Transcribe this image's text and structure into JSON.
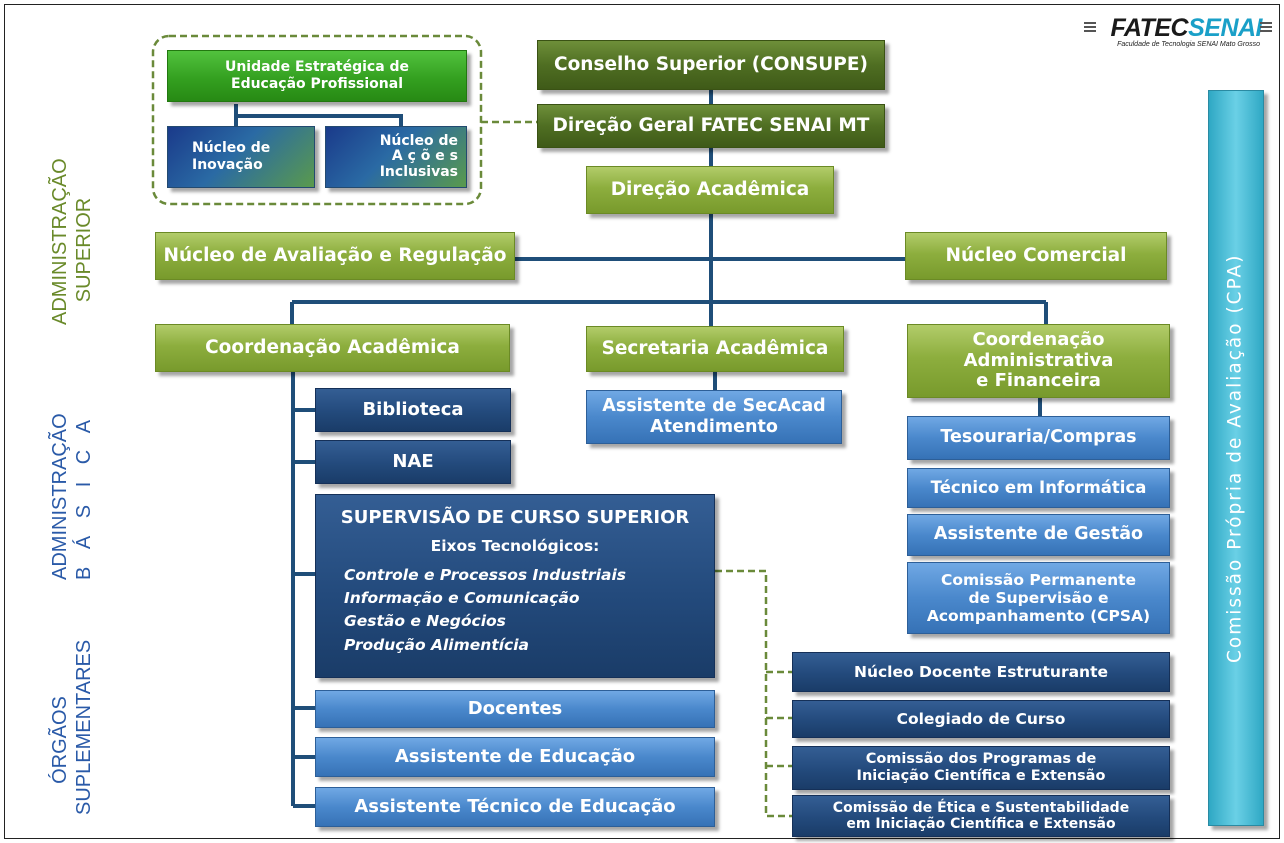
{
  "logo": {
    "fatec": "FATEC",
    "senai": "SENAI",
    "subtitle": "Faculdade de Tecnologia SENAI Mato Grosso"
  },
  "side_labels": {
    "admin_superior": [
      "ADMINISTRAÇÃO",
      "SUPERIOR"
    ],
    "admin_basica": [
      "ADMINISTRAÇÃO",
      "B Á S I C A"
    ],
    "orgaos": [
      "ÓRGÃOS",
      "SUPLEMENTARES"
    ]
  },
  "boxes": {
    "unidade_estrategica": [
      "Unidade Estratégica de",
      "Educação Profissional"
    ],
    "nucleo_inovacao": [
      "Núcleo de",
      "Inovação"
    ],
    "nucleo_acoes": [
      "Núcleo de",
      "A ç õ e s",
      "Inclusivas"
    ],
    "consupe": "Conselho Superior (CONSUPE)",
    "direcao_geral": "Direção Geral FATEC SENAI MT",
    "direcao_academica": "Direção Acadêmica",
    "nucleo_avaliacao": "Núcleo de Avaliação e Regulação",
    "nucleo_comercial": "Núcleo Comercial",
    "coord_academica": "Coordenação Acadêmica",
    "secretaria": "Secretaria Acadêmica",
    "coord_adm": [
      "Coordenação",
      "Administrativa",
      "e Financeira"
    ],
    "biblioteca": "Biblioteca",
    "nae": "NAE",
    "assistente_secacad": [
      "Assistente de SecAcad",
      "Atendimento"
    ],
    "supervisao_title": "SUPERVISÃO DE CURSO SUPERIOR",
    "eixos_title": "Eixos Tecnológicos:",
    "eixos": [
      "Controle e Processos Industriais",
      "Informação e Comunicação",
      "Gestão e Negócios",
      "Produção Alimentícia"
    ],
    "docentes": "Docentes",
    "assistente_educacao": "Assistente de Educação",
    "assistente_tecnico": "Assistente Técnico de Educação",
    "tesouraria": "Tesouraria/Compras",
    "tecnico_informatica": "Técnico em Informática",
    "assistente_gestao": "Assistente de Gestão",
    "cpsa": [
      "Comissão Permanente",
      "de Supervisão e",
      "Acompanhamento (CPSA)"
    ],
    "nde": "Núcleo Docente Estruturante",
    "colegiado": "Colegiado de Curso",
    "comissao_programas": [
      "Comissão dos Programas de",
      "Iniciação Científica e Extensão"
    ],
    "comissao_etica": [
      "Comissão de Ética e Sustentabilidade",
      "em Iniciação Científica e Extensão"
    ],
    "cpa": "Comissão Própria de Avaliação (CPA)"
  },
  "colors": {
    "connector": "#1f4e79",
    "dashed": "#6a8a3a",
    "side_green": "#6a8a2a",
    "side_blue": "#2a5aa8",
    "logo_fatec": "#1a1a1a",
    "logo_senai": "#1aa0c8"
  }
}
